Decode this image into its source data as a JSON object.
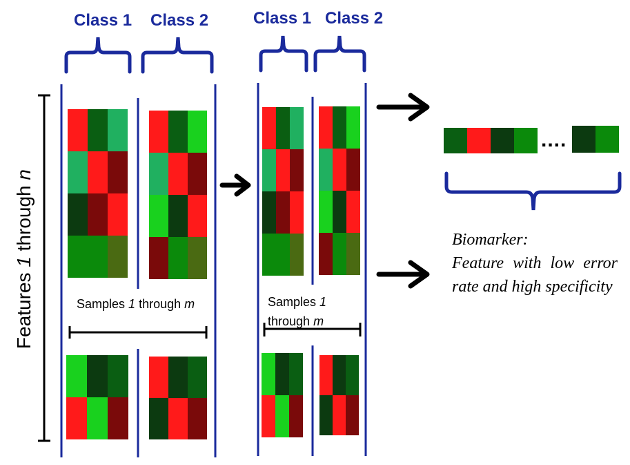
{
  "class_labels": [
    "Class 1",
    "Class 2",
    "Class 1",
    "Class 2"
  ],
  "samples_label": {
    "prefix": "Samples",
    "num": "1",
    "mid": "through",
    "end": "m"
  },
  "features_label": {
    "prefix": "Features",
    "num": "1",
    "mid": "through",
    "end": "n"
  },
  "biomarker": {
    "title": "Biomarker:",
    "text": "Feature with low error rate and high specificity"
  },
  "ellipsis": "....",
  "colors": {
    "blue": "#1a2a9c",
    "red": "#ff1a1a",
    "dark_red": "#7a0a0a",
    "bright_green": "#19d11e",
    "green": "#0b8a0b",
    "dark_green": "#0a5e12",
    "very_dark_green": "#0c3a10",
    "sea_green": "#20b060",
    "olive": "#4a6a12"
  },
  "heatmaps": {
    "block1_class1_top": [
      [
        "red",
        "dark_green",
        "sea_green"
      ],
      [
        "sea_green",
        "red",
        "dark_red"
      ],
      [
        "very_dark_green",
        "dark_red",
        "red"
      ],
      [
        "green",
        "green",
        "olive"
      ]
    ],
    "block1_class2_top": [
      [
        "red",
        "dark_green",
        "bright_green"
      ],
      [
        "sea_green",
        "red",
        "dark_red"
      ],
      [
        "bright_green",
        "very_dark_green",
        "red"
      ],
      [
        "dark_red",
        "green",
        "olive"
      ]
    ],
    "block1_class1_bottom": [
      [
        "bright_green",
        "very_dark_green",
        "dark_green"
      ],
      [
        "red",
        "bright_green",
        "dark_red"
      ]
    ],
    "block1_class2_bottom": [
      [
        "red",
        "very_dark_green",
        "dark_green"
      ],
      [
        "very_dark_green",
        "red",
        "dark_red"
      ]
    ],
    "block2_class1_top": [
      [
        "red",
        "dark_green",
        "sea_green"
      ],
      [
        "sea_green",
        "red",
        "dark_red"
      ],
      [
        "very_dark_green",
        "dark_red",
        "red"
      ],
      [
        "green",
        "green",
        "olive"
      ]
    ],
    "block2_class2_top": [
      [
        "red",
        "dark_green",
        "bright_green"
      ],
      [
        "sea_green",
        "red",
        "dark_red"
      ],
      [
        "bright_green",
        "very_dark_green",
        "red"
      ],
      [
        "dark_red",
        "green",
        "olive"
      ]
    ],
    "block2_class1_bottom": [
      [
        "bright_green",
        "very_dark_green",
        "dark_green"
      ],
      [
        "red",
        "bright_green",
        "dark_red"
      ]
    ],
    "block2_class2_bottom": [
      [
        "red",
        "very_dark_green",
        "dark_green"
      ],
      [
        "very_dark_green",
        "red",
        "dark_red"
      ]
    ],
    "biomarker_strip_left": [
      [
        "dark_green",
        "red",
        "very_dark_green",
        "green"
      ]
    ],
    "biomarker_strip_right": [
      [
        "very_dark_green",
        "green"
      ]
    ]
  }
}
